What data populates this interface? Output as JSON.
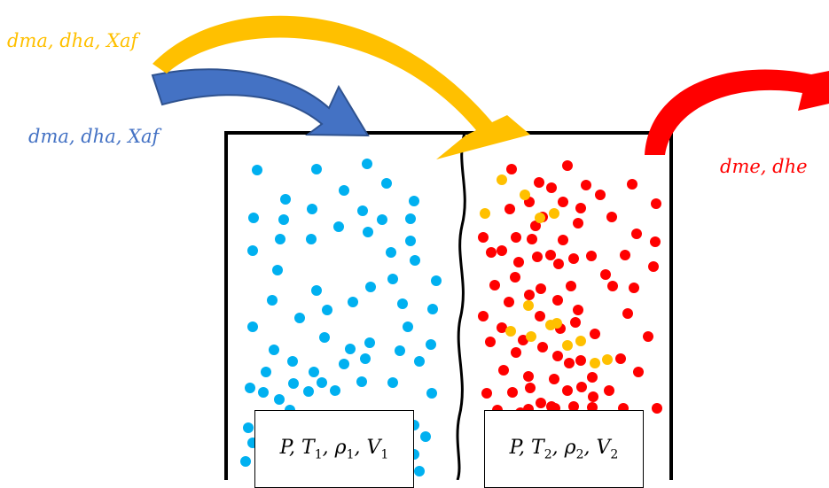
{
  "labels": {
    "yellow_inflow": "dma, dha, Xaf",
    "blue_inflow": "dma, dha, Xaf",
    "red_outflow": "dme, dhe"
  },
  "state_left": {
    "P": "P",
    "T": "T",
    "T_sub": "1",
    "rho": "ρ",
    "rho_sub": "1",
    "V": "V",
    "V_sub": "1"
  },
  "state_right": {
    "P": "P",
    "T": "T",
    "T_sub": "2",
    "rho": "ρ",
    "rho_sub": "2",
    "V": "V",
    "V_sub": "2"
  },
  "colors": {
    "blue_arrow": "#4472C4",
    "blue_arrow_edge": "#2F528F",
    "yellow_arrow": "#FFC000",
    "red_arrow": "#FF0000",
    "cyan_particles": "#00B0F0",
    "red_particles": "#FF0000",
    "yellow_particles": "#FFC000",
    "blue_label": "#4472C4",
    "yellow_label": "#FFC000",
    "red_label": "#FF0000"
  }
}
